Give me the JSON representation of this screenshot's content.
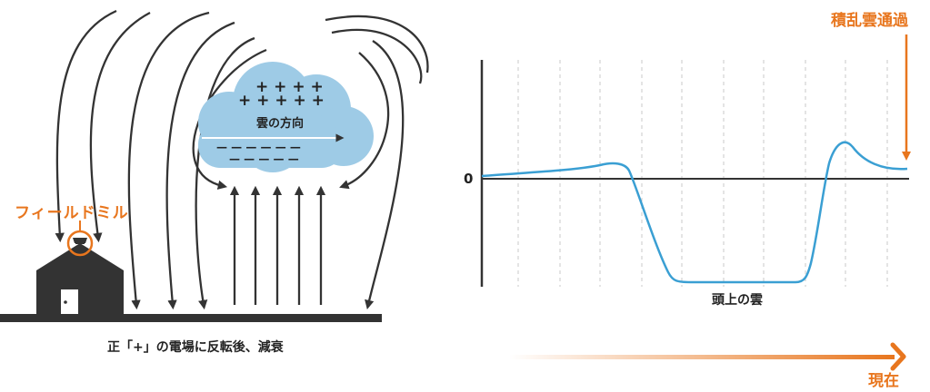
{
  "left_panel": {
    "field_mill_label": "フィールドミル",
    "cloud_plus_rows": [
      "+ + + +",
      "+ + + + +"
    ],
    "cloud_direction_label": "雲の方向",
    "cloud_minus_rows": [
      "— — — — — —",
      "— — — — —"
    ],
    "caption": "正「+」の電場に反転後、減衰"
  },
  "right_panel": {
    "zero_label": "0",
    "overhead_label": "頭上の雲",
    "passing_label": "積乱雲通過",
    "now_label": "現在"
  },
  "colors": {
    "accent_orange": "#e8761e",
    "curve_blue": "#3a9fd3",
    "cloud_blue": "#9ecbe6",
    "dark": "#333333"
  }
}
